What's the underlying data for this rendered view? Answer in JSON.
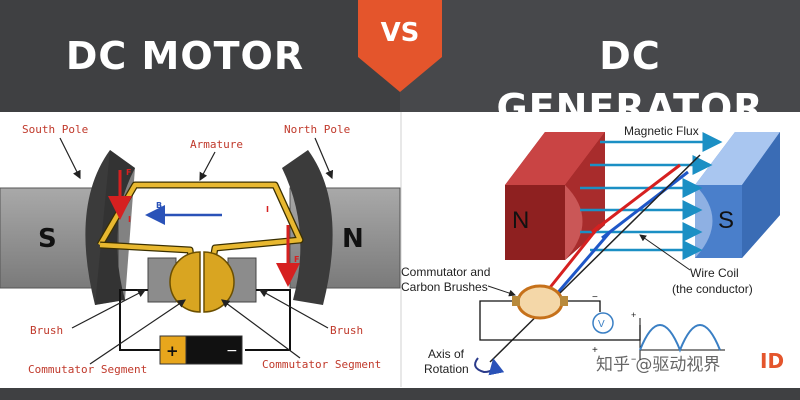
{
  "header": {
    "left_title": "DC MOTOR",
    "vs_label": "VS",
    "right_title": "DC GENERATOR"
  },
  "motor": {
    "labels": {
      "south_pole": "South Pole",
      "north_pole": "North Pole",
      "armature": "Armature",
      "brush_left": "Brush",
      "brush_right": "Brush",
      "commutator_left": "Commutator Segment",
      "commutator_right": "Commutator Segment"
    },
    "pole_s": "S",
    "pole_n": "N",
    "force_label": "F",
    "current_label": "I",
    "field_label": "B",
    "battery_plus": "+",
    "battery_minus": "−"
  },
  "generator": {
    "labels": {
      "magnetic_flux": "Magnetic Flux",
      "commutator_line1": "Commutator and",
      "commutator_line2": "Carbon Brushes",
      "wire_coil_line1": "Wire Coil",
      "wire_coil_line2": "(the conductor)",
      "axis_line1": "Axis of",
      "axis_line2": "Rotation"
    },
    "pole_n": "N",
    "pole_s": "S",
    "voltmeter": "V",
    "plus_sign": "+",
    "minus_sign": "−",
    "graph_plus": "+",
    "graph_minus": "−"
  },
  "watermark": {
    "text": "知乎 @驱动视界",
    "logo": "ID"
  },
  "colors": {
    "header_bg": "#3f4042",
    "vs_orange": "#e4552c",
    "magnet_red": "#b83232",
    "magnet_blue": "#5b8fd6",
    "flux_arrow": "#1b8fc4",
    "coil_yellow": "#e8b830",
    "coil_red": "#d62020"
  }
}
